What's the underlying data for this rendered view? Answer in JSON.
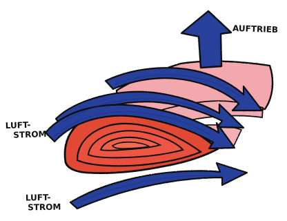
{
  "labels": {
    "lift": "AUFTRIEB",
    "airflow_top": {
      "line1": "LUFT-",
      "line2": "STROM"
    },
    "airflow_bottom": {
      "line1": "LUFT-",
      "line2": "STROM"
    }
  },
  "colors": {
    "wing_front": "#e24a35",
    "wing_back": "#f2a5ad",
    "arrow": "#263f9c",
    "outline": "#111111"
  }
}
